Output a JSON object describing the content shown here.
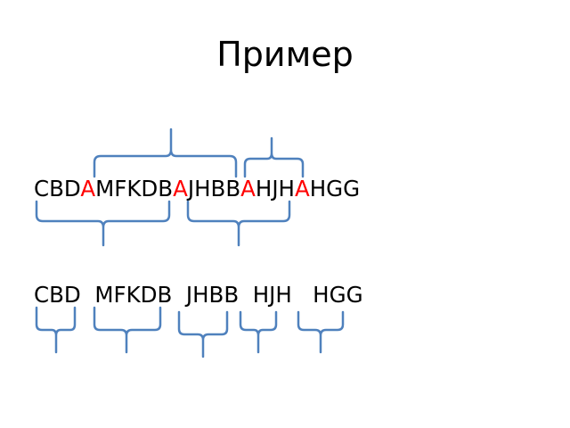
{
  "slide": {
    "title": "Пример",
    "line1": {
      "segments": [
        {
          "text": "CBD",
          "highlight": false
        },
        {
          "text": "A",
          "highlight": true
        },
        {
          "text": "MFKDB",
          "highlight": false
        },
        {
          "text": "A",
          "highlight": true
        },
        {
          "text": "JHBB",
          "highlight": false
        },
        {
          "text": "A",
          "highlight": true
        },
        {
          "text": "HJH",
          "highlight": false
        },
        {
          "text": "A",
          "highlight": true
        },
        {
          "text": "HGG",
          "highlight": false
        }
      ]
    },
    "line2": {
      "text": "CBD  MFKDB  JHBB  HJH   HGG"
    },
    "colors": {
      "highlight": "#ff0000",
      "brace": "#4f81bd",
      "text": "#000000",
      "background": "#ffffff"
    }
  }
}
